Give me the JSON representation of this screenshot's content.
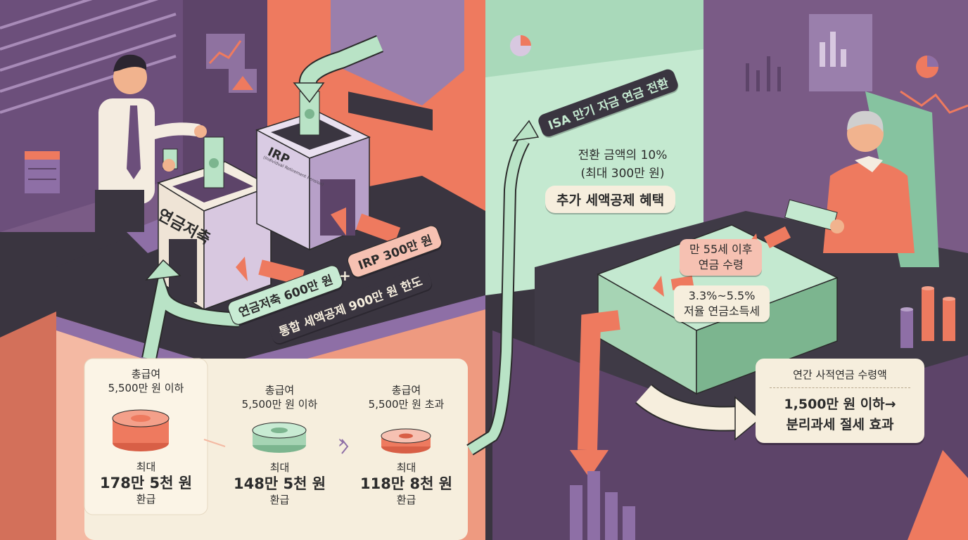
{
  "left": {
    "box_pension_label": "연금저축",
    "box_irp_label": "IRP",
    "box_irp_sub": "(Individual Retirement Pension)",
    "pill_pension_600": "연금저축 600만 원",
    "plus_sign": "+",
    "pill_irp_300": "IRP 300만 원",
    "pill_limit_900": "통합 세액공제 900만 원 한도",
    "tiers": [
      {
        "condition_1": "총급여",
        "condition_2": "5,500만 원 이하",
        "prefix": "최대",
        "amount": "178만 5천 원",
        "suffix": "환급"
      },
      {
        "condition_1": "총급여",
        "condition_2": "5,500만 원 이하",
        "prefix": "최대",
        "amount": "148만 5천 원",
        "suffix": "환급"
      },
      {
        "condition_1": "총급여",
        "condition_2": "5,500만 원 초과",
        "prefix": "최대",
        "amount": "118만 8천 원",
        "suffix": "환급"
      }
    ],
    "arrow_glyph": "›"
  },
  "right": {
    "pill_isa": "ISA 만기 자금 연금 전환",
    "conv_line1": "전환 금액의 10%",
    "conv_line2": "(최대 300만 원)",
    "conv_bonus": "추가 세액공제 혜택",
    "age_line1": "만 55세 이후",
    "age_line2": "연금 수령",
    "tax_line1": "3.3%~5.5%",
    "tax_line2": "저율 연금소득세",
    "annual_title": "연간 사적연금 수령액",
    "annual_line1": "1,500만 원 이하→",
    "annual_line2": "분리과세 절세 효과"
  },
  "colors": {
    "coral": "#ee7a5f",
    "mint": "#b9e3c6",
    "purple": "#8e6fa6",
    "dark": "#3a3540",
    "cream": "#f6eedd"
  }
}
